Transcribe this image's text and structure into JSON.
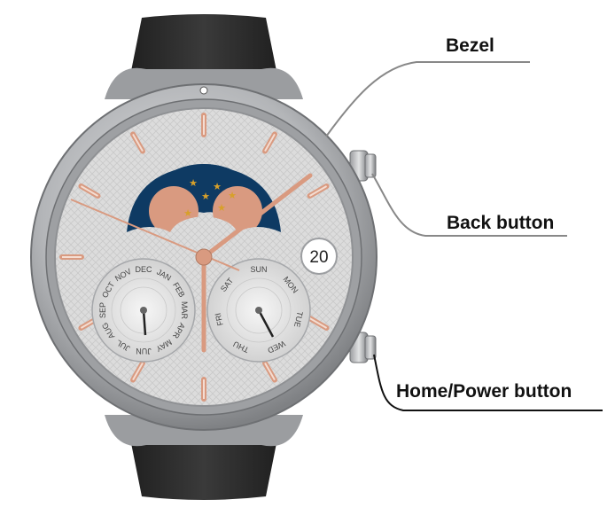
{
  "callouts": {
    "bezel": "Bezel",
    "back_button": "Back button",
    "home_power_button": "Home/Power button"
  },
  "date_window": "20",
  "months": [
    "JAN",
    "FEB",
    "MAR",
    "APR",
    "MAY",
    "JUN",
    "JUL",
    "AUG",
    "SEP",
    "OCT",
    "NOV",
    "DEC"
  ],
  "weekdays": [
    "SUN",
    "MON",
    "TUE",
    "WED",
    "THU",
    "FRI",
    "SAT"
  ],
  "colors": {
    "strap": "#2b2b2b",
    "case": "#a7a9ac",
    "dial": "#d8d8d8",
    "rose_gold": "#d99a80",
    "moon_sky": "#0e3a63",
    "star": "#d7a02a",
    "leader_line": "#888888"
  }
}
